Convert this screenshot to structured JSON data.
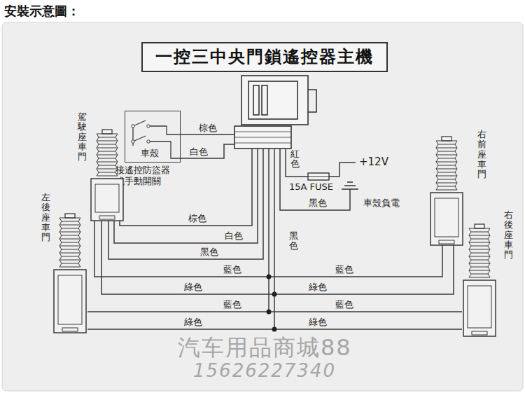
{
  "diagram": {
    "title": "安裝示意圖：",
    "nodes": [
      {
        "text": [
          "一控三中央門鎖遙控器主機"
        ]
      },
      {
        "text": [
          "車殼",
          "接遙控防盜器 或手動開關"
        ]
      },
      {
        "text": [
          "駕駛座車門"
        ]
      },
      {
        "text": [
          "右前座車門"
        ]
      },
      {
        "text": [
          "左後座車門"
        ]
      },
      {
        "text": [
          "右後座車門"
        ]
      }
    ],
    "labels": [
      "棕色",
      "白色",
      "紅色",
      "+12V",
      "15A FUSE",
      "黑色",
      "車殼負電",
      "棕色",
      "白色",
      "黑色",
      "黑色",
      "藍色",
      "藍色",
      "綠色",
      "綠色",
      "藍色",
      "藍色",
      "綠色",
      "綠色",
      "汽车用品商城88",
      "15626227340"
    ]
  }
}
